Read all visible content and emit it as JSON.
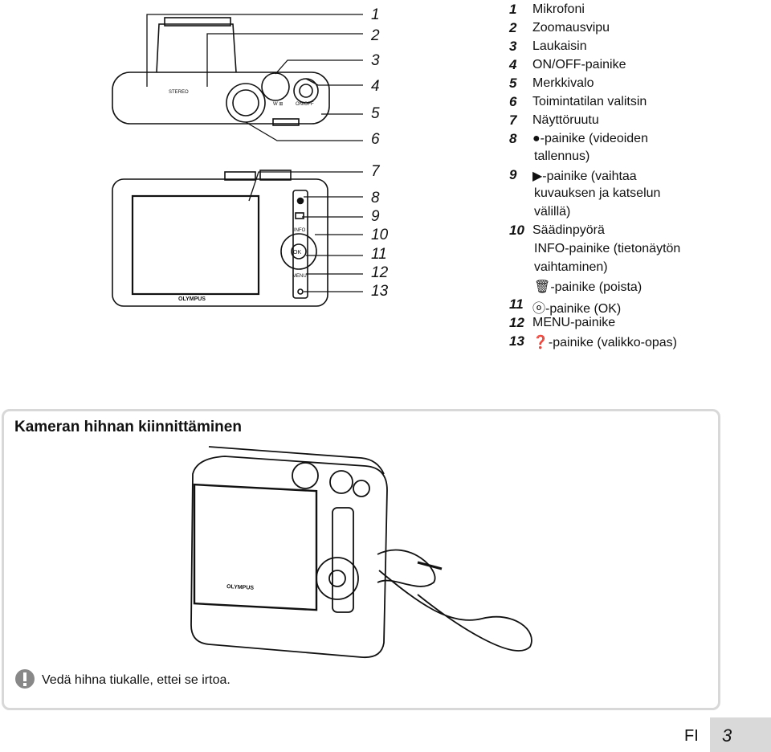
{
  "legend": [
    {
      "n": "1",
      "text": "Mikrofoni"
    },
    {
      "n": "2",
      "text": "Zoomausvipu"
    },
    {
      "n": "3",
      "text": "Laukaisin"
    },
    {
      "n": "4",
      "text": "ON/OFF-painike"
    },
    {
      "n": "5",
      "text": "Merkkivalo"
    },
    {
      "n": "6",
      "text": "Toimintatilan valitsin"
    },
    {
      "n": "7",
      "text": "Näyttöruutu"
    },
    {
      "n": "8",
      "text": "●-painike (videoiden"
    },
    {
      "n": "",
      "text": "tallennus)"
    },
    {
      "n": "9",
      "text": "▶-painike (vaihtaa"
    },
    {
      "n": "",
      "text": "kuvauksen ja katselun"
    },
    {
      "n": "",
      "text": "välillä)"
    },
    {
      "n": "10",
      "text": "Säädinpyörä"
    },
    {
      "n": "",
      "text": "INFO-painike (tietonäytön"
    },
    {
      "n": "",
      "text": "vaihtaminen)"
    },
    {
      "n": "",
      "text": "🗑-painike (poista)"
    },
    {
      "n": "11",
      "text": "ⓞ-painike (OK)"
    },
    {
      "n": "12",
      "text": "MENU-painike"
    },
    {
      "n": "13",
      "text": "❓-painike (valikko-opas)"
    }
  ],
  "callouts": [
    "1",
    "2",
    "3",
    "4",
    "5",
    "6",
    "7",
    "8",
    "9",
    "10",
    "11",
    "12",
    "13"
  ],
  "camera_labels": {
    "stereo": "STEREO",
    "wt": "W ⊞",
    "onoff": "ON/OFF",
    "info": "INFO",
    "menu": "MENU",
    "ok": "OK",
    "brand": "OLYMPUS"
  },
  "box_title": "Kameran hihnan kiinnittäminen",
  "warning": "Vedä hihna tiukalle, ettei se irtoa.",
  "footer": {
    "lang": "FI",
    "page": "3"
  }
}
